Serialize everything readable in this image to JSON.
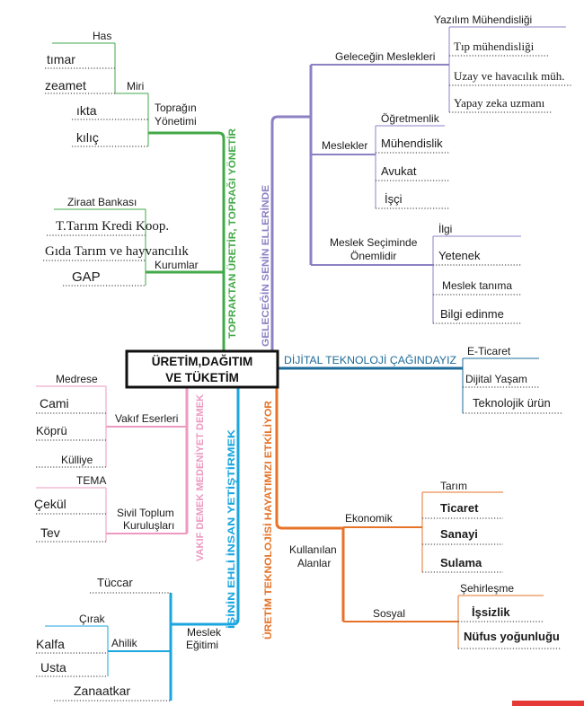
{
  "center": {
    "line1": "ÜRETİM,DAĞITIM",
    "line2": "VE TÜKETİM"
  },
  "colors": {
    "green": "#43a948",
    "purple": "#8e80c4",
    "blue": "#1e6b99",
    "orange": "#e67328",
    "cyan": "#1aa6de",
    "pink": "#ec9ac0",
    "text": "#1a1a1a",
    "accent_bar": "#e53935"
  },
  "toprak": {
    "title": "TOPRAKTAN ÜRETİR, TOPRAĞI YÖNETİR",
    "yonetim": {
      "label": [
        "Toprağın",
        "Yönetimi"
      ],
      "miri": {
        "label": "Miri",
        "items": [
          "Has",
          "tımar",
          "zeamet"
        ]
      },
      "items": [
        "ıkta",
        "kılıç"
      ]
    },
    "kurumlar": {
      "label": "Kurumlar",
      "items": [
        "Ziraat Bankası",
        "T.Tarım Kredi Koop.",
        "Gıda Tarım ve hayvancılık",
        "GAP"
      ]
    }
  },
  "gelecek": {
    "title": "GELECEĞİN SENİN ELLERİNDE",
    "gelecek_meslekler": {
      "label": "Geleceğin Meslekleri",
      "items": [
        "Yazılım Mühendisliği",
        "Tıp mühendisliği",
        "Uzay ve havacılık müh.",
        "Yapay zeka uzmanı"
      ]
    },
    "meslekler": {
      "label": "Meslekler",
      "items": [
        "Öğretmenlik",
        "Mühendislik",
        "Avukat",
        "İşçi"
      ]
    },
    "secim": {
      "label": [
        "Meslek Seçiminde",
        "Önemlidir"
      ],
      "items": [
        "İlgi",
        "Yetenek",
        "Meslek tanıma",
        "Bilgi edinme"
      ]
    }
  },
  "dijital": {
    "title": "DİJİTAL TEKNOLOJİ ÇAĞINDAYIZ",
    "items": [
      "E-Ticaret",
      "Dijital Yaşam",
      "Teknolojik ürün"
    ]
  },
  "teknoloji": {
    "title": "ÜRETİM TEKNOLOJİSİ HAYATIMIZI ETKİLİYOR",
    "alanlar": {
      "label": [
        "Kullanılan",
        "Alanlar"
      ],
      "ekonomik": {
        "label": "Ekonomik",
        "items": [
          "Tarım",
          "Ticaret",
          "Sanayi",
          "Sulama"
        ]
      },
      "sosyal": {
        "label": "Sosyal",
        "items": [
          "Şehirleşme",
          "İşsizlik",
          "Nüfus yoğunluğu"
        ]
      }
    }
  },
  "insan": {
    "title": "İŞİNİN EHLİ İNSAN YETİŞTİRMEK",
    "egitim": {
      "label": [
        "Meslek",
        "Eğitimi"
      ],
      "items": [
        "Tüccar",
        "Zanaatkar"
      ],
      "ahilik": {
        "label": "Ahilik",
        "items": [
          "Çırak",
          "Kalfa",
          "Usta"
        ]
      }
    }
  },
  "vakif": {
    "title": "VAKIF DEMEK MEDENİYET DEMEK",
    "eserler": {
      "label": "Vakıf Eserleri",
      "items": [
        "Medrese",
        "Cami",
        "Köprü",
        "Külliye"
      ]
    },
    "stk": {
      "label": [
        "Sivil Toplum",
        "Kuruluşları"
      ],
      "items": [
        "TEMA",
        "Çekül",
        "Tev"
      ]
    }
  }
}
